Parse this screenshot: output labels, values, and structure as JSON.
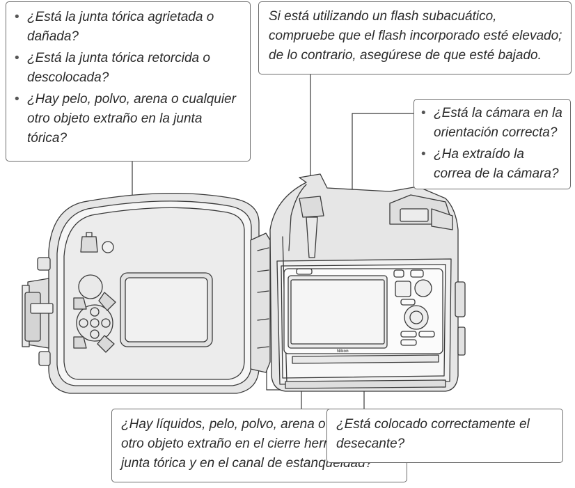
{
  "callouts": {
    "oring_checks": [
      "¿Está la junta tórica agrietada o dañada?",
      "¿Está la junta tórica retorcida o descolocada?",
      "¿Hay pelo, polvo, arena o cualquier otro objeto extraño en la junta tórica?"
    ],
    "flash_note": "Si está utilizando un flash subacuático, compruebe que el flash incorporado esté elevado; de lo contrario, asegúrese de que esté bajado.",
    "camera_checks": [
      "¿Está la cámara en la orientación correcta?",
      "¿Ha extraído la correa de la cámara?"
    ],
    "liquids_note": "¿Hay líquidos, pelo, polvo, arena o cualquier otro objeto extraño en el cierre hermético de la junta tórica y en el canal de estanqueidad?",
    "desiccant_note": "¿Está colocado correctamente el desecante?"
  },
  "camera_brand": "Nikon",
  "colors": {
    "line": "#3a3a3a",
    "body": "#efefef",
    "housing": "#e6e6e6"
  }
}
